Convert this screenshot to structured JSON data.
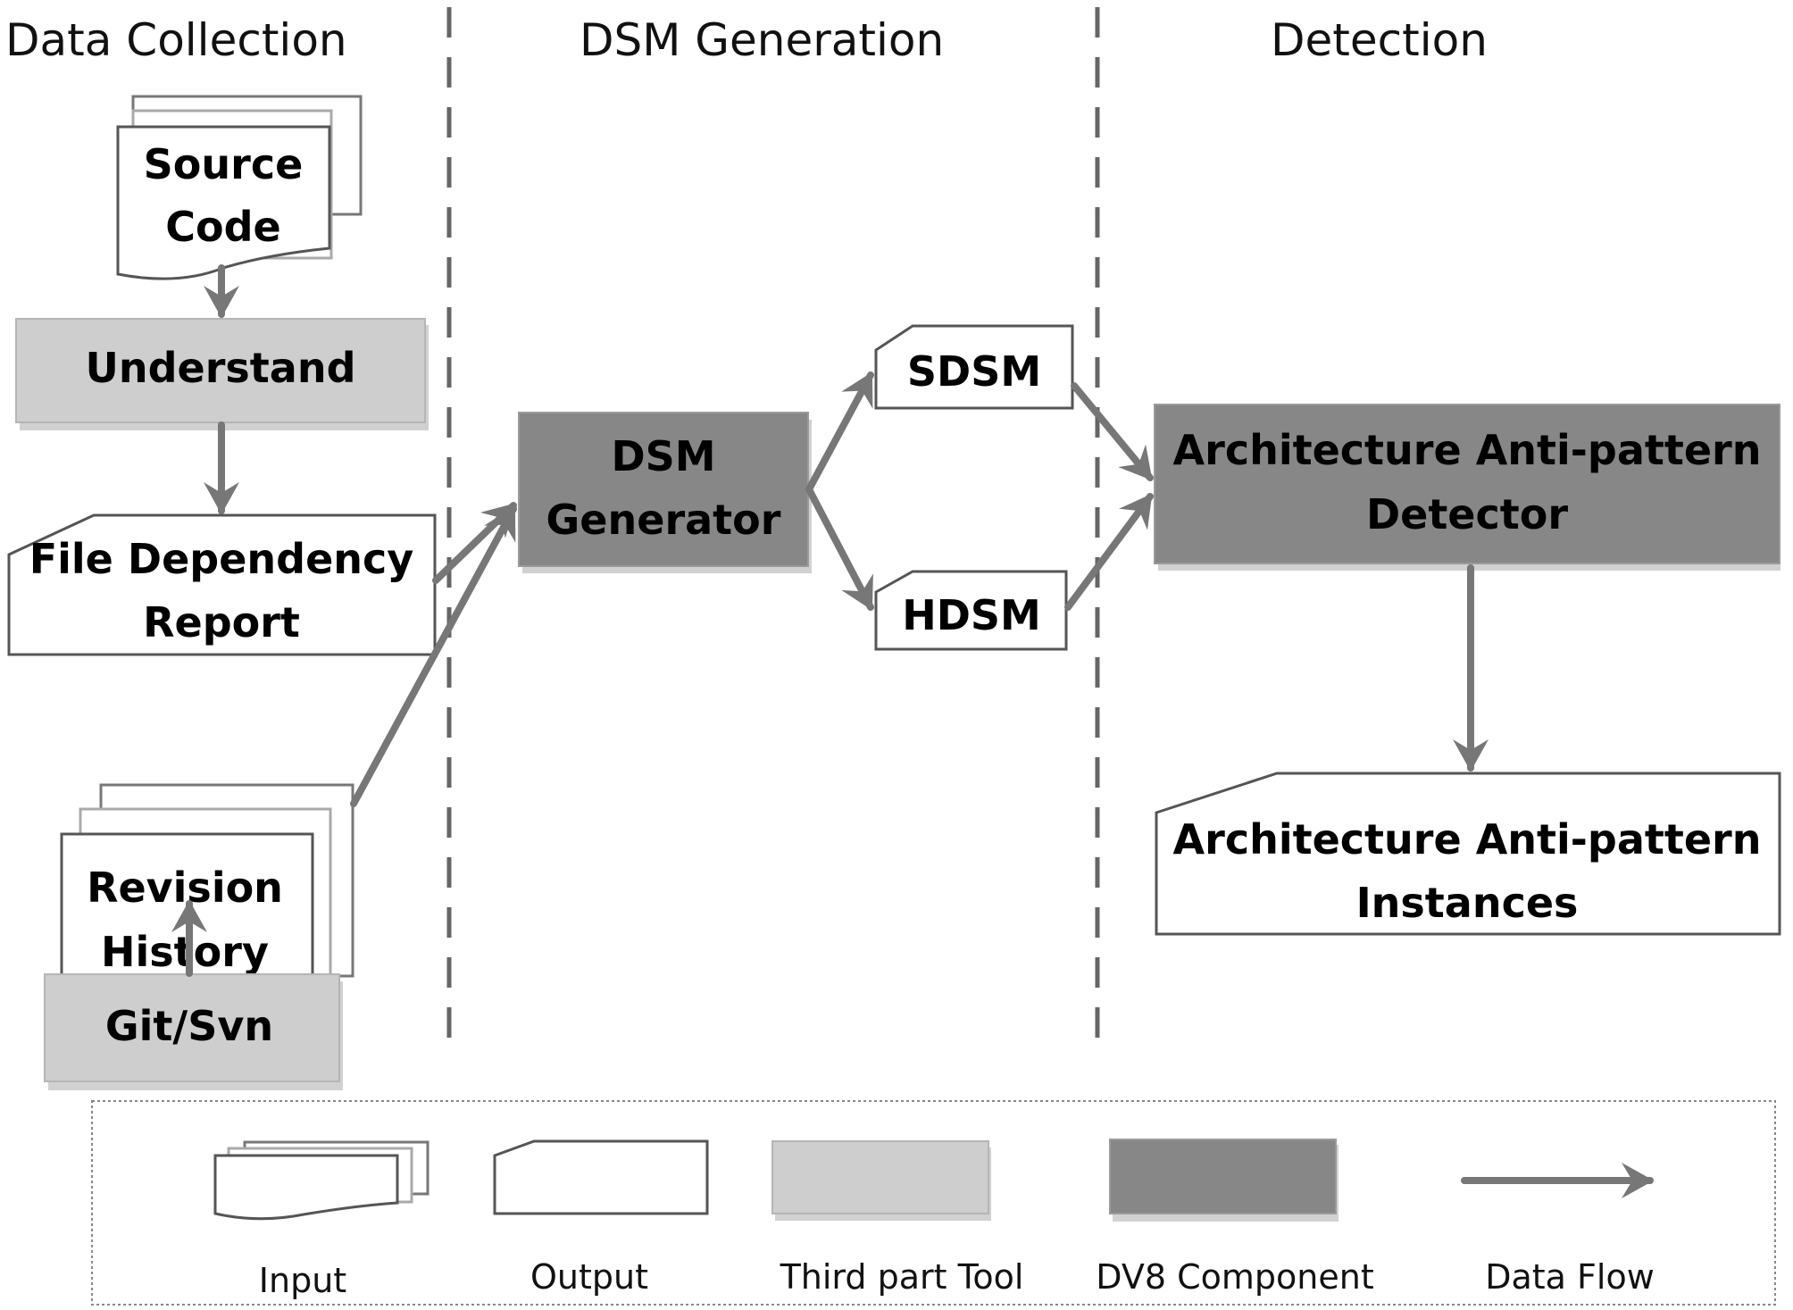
{
  "diagram": {
    "phases": [
      {
        "id": "data-collection",
        "label": "Data Collection"
      },
      {
        "id": "dsm-generation",
        "label": "DSM Generation"
      },
      {
        "id": "detection",
        "label": "Detection"
      }
    ],
    "nodes": {
      "source_code": {
        "lines": [
          "Source",
          "Code"
        ],
        "kind": "input"
      },
      "understand": {
        "lines": [
          "Understand"
        ],
        "kind": "third-party-tool"
      },
      "file_dependency_report": {
        "lines": [
          "File Dependency",
          "Report"
        ],
        "kind": "output"
      },
      "revision_history": {
        "lines": [
          "Revision",
          "History"
        ],
        "kind": "input"
      },
      "git_svn": {
        "lines": [
          "Git/Svn"
        ],
        "kind": "third-party-tool"
      },
      "dsm_generator": {
        "lines": [
          "DSM",
          "Generator"
        ],
        "kind": "dv8-component"
      },
      "sdsm": {
        "lines": [
          "SDSM"
        ],
        "kind": "output"
      },
      "hdsm": {
        "lines": [
          "HDSM"
        ],
        "kind": "output"
      },
      "detector": {
        "lines": [
          "Architecture Anti-pattern",
          "Detector"
        ],
        "kind": "dv8-component"
      },
      "instances": {
        "lines": [
          "Architecture Anti-pattern",
          "Instances"
        ],
        "kind": "output"
      }
    },
    "edges": [
      {
        "from": "Source Code",
        "to": "Understand"
      },
      {
        "from": "Understand",
        "to": "File Dependency Report"
      },
      {
        "from": "Git/Svn",
        "to": "Revision History"
      },
      {
        "from": "File Dependency Report",
        "to": "DSM Generator"
      },
      {
        "from": "Revision History",
        "to": "DSM Generator"
      },
      {
        "from": "DSM Generator",
        "to": "SDSM"
      },
      {
        "from": "DSM Generator",
        "to": "HDSM"
      },
      {
        "from": "SDSM",
        "to": "Architecture Anti-pattern Detector"
      },
      {
        "from": "HDSM",
        "to": "Architecture Anti-pattern Detector"
      },
      {
        "from": "Architecture Anti-pattern Detector",
        "to": "Architecture Anti-pattern Instances"
      }
    ]
  },
  "legend": {
    "input": "Input",
    "output": "Output",
    "third_party_tool": "Third part Tool",
    "dv8_component": "DV8 Component",
    "data_flow": "Data Flow"
  },
  "colors": {
    "third_party_tool_fill": "#cecece",
    "dv8_component_fill": "#878787",
    "arrow": "#777777",
    "divider": "#666666"
  }
}
